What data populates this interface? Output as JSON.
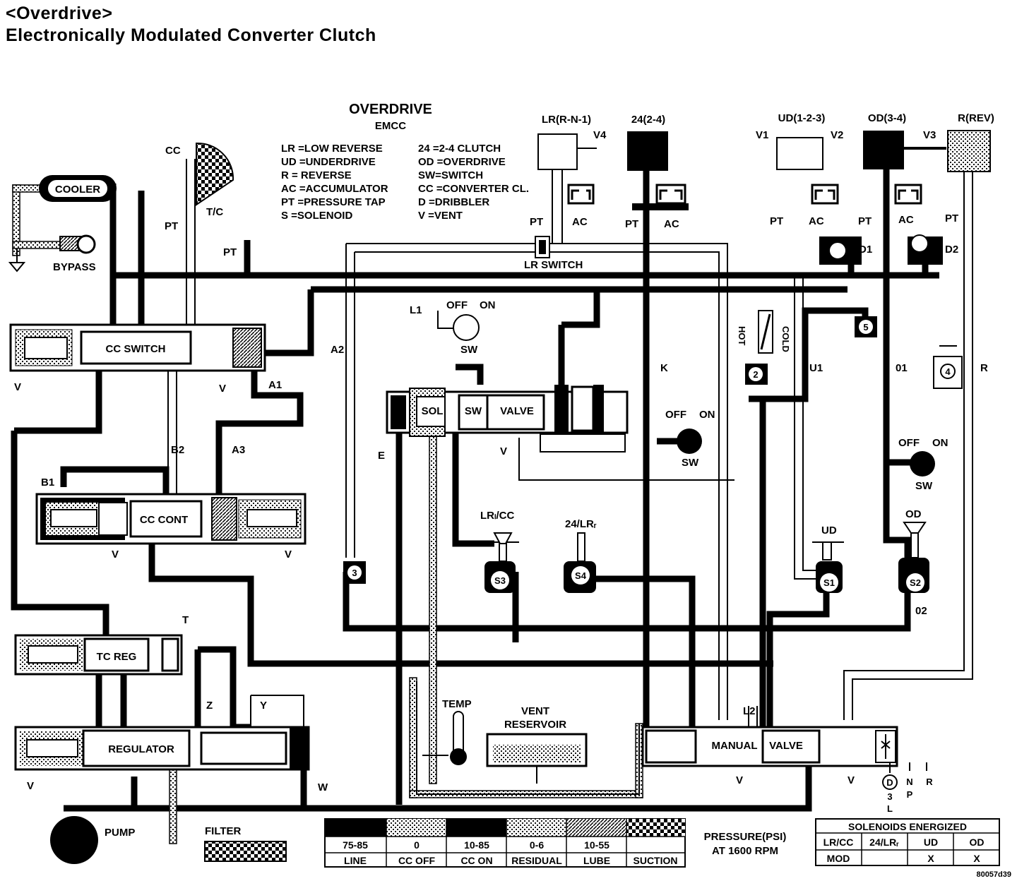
{
  "title": {
    "line1": "<Overdrive>",
    "line2": "Electronically  Modulated  Converter  Clutch"
  },
  "diagram_heading": {
    "line1": "OVERDRIVE",
    "line2": "EMCC"
  },
  "legend": {
    "left": [
      "LR =LOW REVERSE",
      "UD =UNDERDRIVE",
      "R  = REVERSE",
      "AC =ACCUMULATOR",
      "PT =PRESSURE TAP",
      "S   =SOLENOID"
    ],
    "right": [
      "24  =2-4 CLUTCH",
      "OD =OVERDRIVE",
      "SW=SWITCH",
      "CC =CONVERTER CL.",
      "D   =DRIBBLER",
      "V   =VENT"
    ]
  },
  "components": {
    "cooler": "COOLER",
    "bypass": "BYPASS",
    "tc": "T/C",
    "cc_switch": "CC SWITCH",
    "cc_cont": "CC CONT",
    "tc_reg": "TC REG",
    "regulator": "REGULATOR",
    "pump": "PUMP",
    "filter": "FILTER",
    "lr_switch": "LR SWITCH",
    "sol": "SOL",
    "sw": "SW",
    "valve": "VALVE",
    "temp": "TEMP",
    "vent_reservoir": [
      "VENT",
      "RESERVOIR"
    ],
    "manual": "MANUAL",
    "manual_valve": "VALVE",
    "hot": "HOT",
    "cold": "COLD",
    "d1": "D1",
    "d2": "D2"
  },
  "clutches": {
    "lr": "LR(R-N-1)",
    "c24": "24(2-4)",
    "ud": "UD(1-2-3)",
    "od": "OD(3-4)",
    "rev": "R(REV)"
  },
  "labels": {
    "cc": "CC",
    "pt": "PT",
    "ac": "AC",
    "v": "V",
    "t": "T",
    "w": "W",
    "z": "Z",
    "y": "Y",
    "a1": "A1",
    "a2": "A2",
    "a3": "A3",
    "b1": "B1",
    "b2": "B2",
    "e": "E",
    "k": "K",
    "l1": "L1",
    "l2": "L2",
    "u1": "U1",
    "o1": "01",
    "o2": "02",
    "r": "R",
    "v1": "V1",
    "v2": "V2",
    "v3": "V3",
    "v4": "V4",
    "off": "OFF",
    "on": "ON",
    "swc": "SW",
    "lr_cc": "LRₗ/CC",
    "c24_lr": "24/LRᵣ",
    "ud_sol": "UD",
    "od_sol": "OD",
    "s1": "S1",
    "s2": "S2",
    "s3": "S3",
    "s4": "S4",
    "n2": "2",
    "n3": "3",
    "n4": "4",
    "n5": "5",
    "gear_d": "D",
    "gear_3": "3",
    "gear_l": "L",
    "gear_n": "N",
    "gear_p": "P",
    "gear_r": "R"
  },
  "pressure_table": {
    "values": [
      "75-85",
      "0",
      "10-85",
      "0-6",
      "10-55",
      ""
    ],
    "names": [
      "LINE",
      "CC OFF",
      "CC ON",
      "RESIDUAL",
      "LUBE",
      "SUCTION"
    ],
    "caption": [
      "PRESSURE(PSI)",
      "AT 1600 RPM"
    ]
  },
  "solenoid_table": {
    "heading": "SOLENOIDS ENERGIZED",
    "columns": [
      "LR/CC",
      "24/LRᵣ",
      "UD",
      "OD"
    ],
    "row": [
      "MOD",
      "",
      "X",
      "X"
    ]
  },
  "figure_id": "80057d39"
}
